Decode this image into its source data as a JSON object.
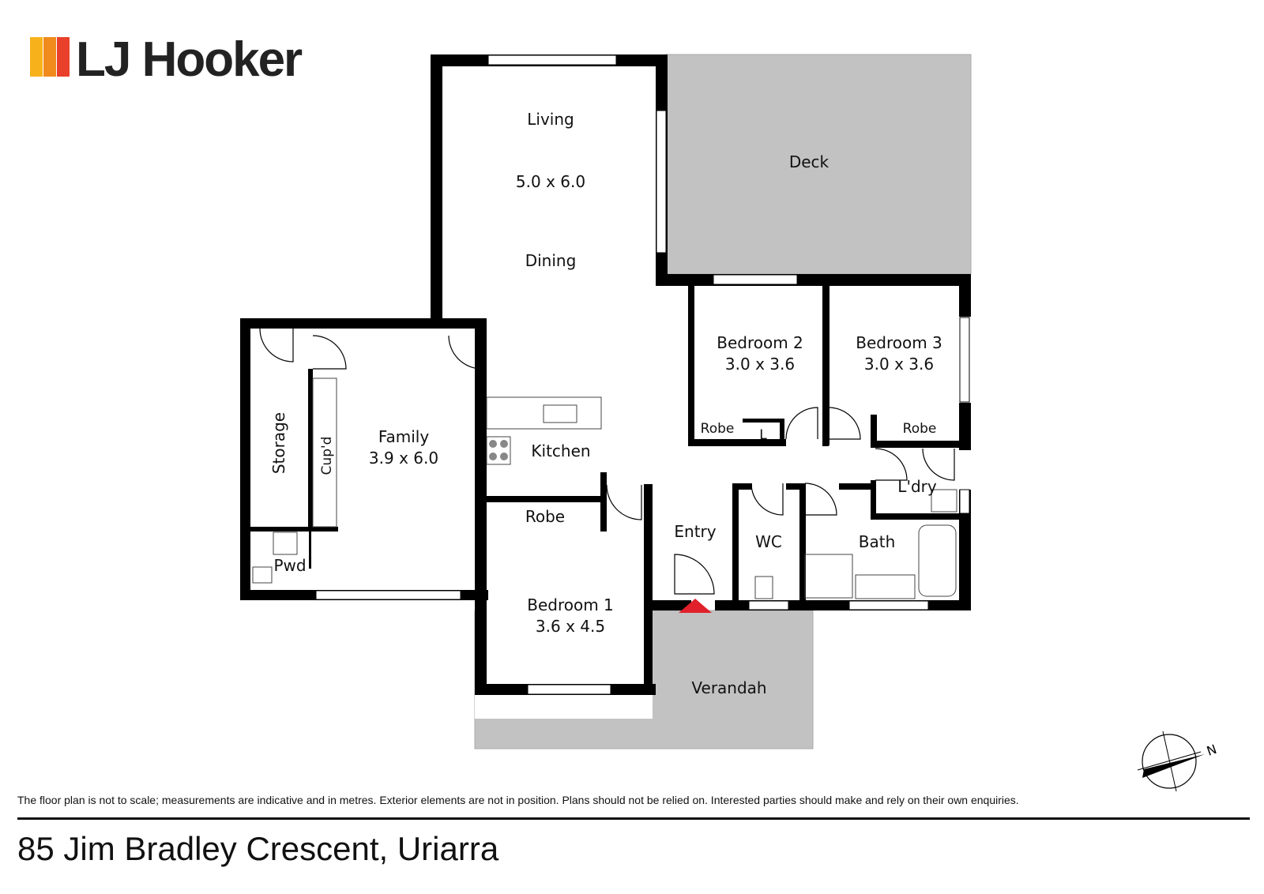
{
  "brand": {
    "name": "LJ Hooker",
    "stripe_colors": [
      "#f7b21b",
      "#f08a1d",
      "#e8402a"
    ]
  },
  "rooms": {
    "living": "Living",
    "living_dims": "5.0 x 6.0",
    "dining": "Dining",
    "deck": "Deck",
    "bed2": "Bedroom 2",
    "bed2_dims": "3.0 x 3.6",
    "bed3": "Bedroom 3",
    "bed3_dims": "3.0 x 3.6",
    "robe_bed2": "Robe",
    "linen": "L",
    "robe_bed3": "Robe",
    "family": "Family",
    "family_dims": "3.9 x 6.0",
    "storage": "Storage",
    "cupd": "Cup'd",
    "kitchen": "Kitchen",
    "robe_bed1": "Robe",
    "laundry": "L'dry",
    "entry": "Entry",
    "wc": "WC",
    "bath": "Bath",
    "pwd": "Pwd",
    "bed1": "Bedroom 1",
    "bed1_dims": "3.6 x 4.5",
    "verandah": "Verandah"
  },
  "colors": {
    "wall": "#000000",
    "outdoor": "#c2c2c2",
    "entry_marker": "#e0202a"
  },
  "compass": {
    "label": "N"
  },
  "disclaimer": "The floor plan is not to scale; measurements are indicative and in metres. Exterior elements are not in position. Plans should not be relied on. Interested parties should make and rely on their own enquiries.",
  "address": "85 Jim Bradley Crescent, Uriarra"
}
